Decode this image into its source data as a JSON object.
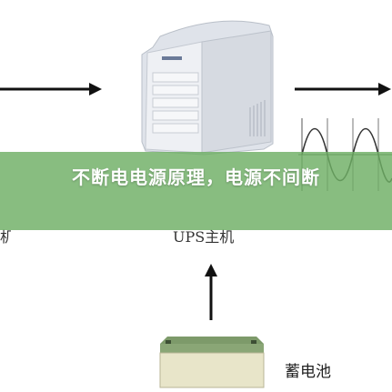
{
  "banner": {
    "title": "不断电电源原理，电源不间断"
  },
  "labels": {
    "ups_host": "UPS主机",
    "left_fragment": "机",
    "battery": "蓄电池"
  },
  "colors": {
    "banner": "#6eaf64",
    "arrow": "#111111",
    "wave": "#444444"
  },
  "icons": [
    "ups-cabinet-icon",
    "battery-icon",
    "sine-wave-icon",
    "arrow-right-icon",
    "arrow-up-icon"
  ]
}
